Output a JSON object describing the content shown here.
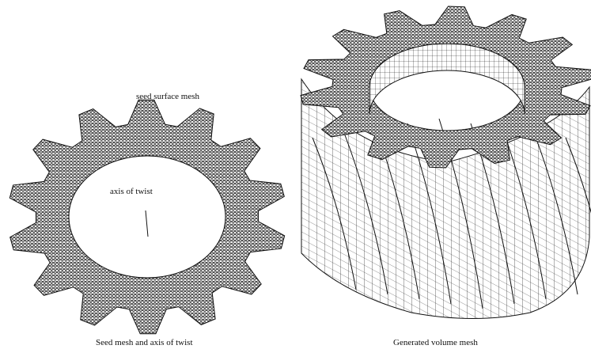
{
  "labels": {
    "seed_surface_mesh": "seed surface mesh",
    "axis_of_twist": "axis of twist"
  },
  "captions": {
    "left": "Seed mesh and axis of twist",
    "right": "Generated volume mesh"
  },
  "colors": {
    "mesh_line": "#111111",
    "background": "#ffffff"
  }
}
